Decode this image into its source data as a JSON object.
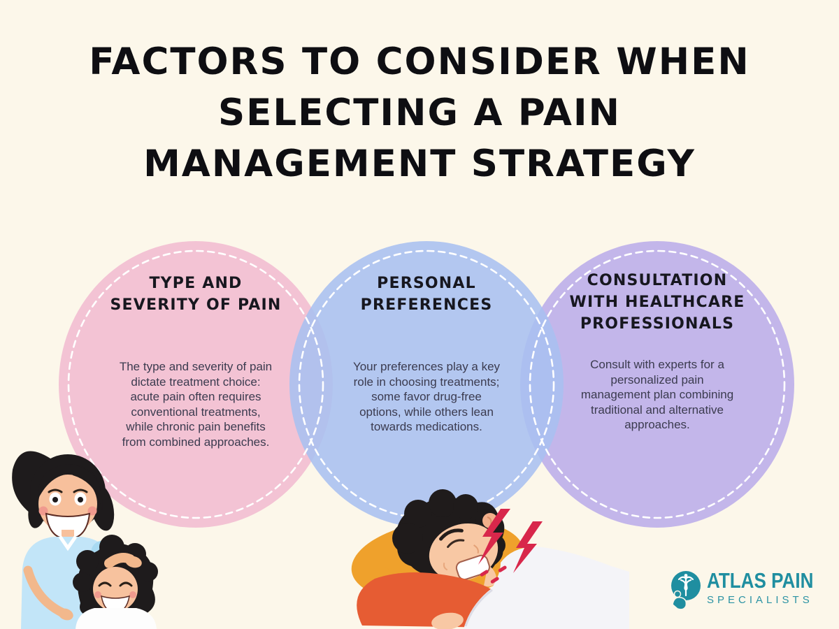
{
  "page": {
    "background_color": "#FCF7EA"
  },
  "title": {
    "color": "#0E0E12",
    "lines": [
      "FACTORS TO CONSIDER WHEN",
      "SELECTING A PAIN",
      "MANAGEMENT STRATEGY"
    ]
  },
  "factors": [
    {
      "heading": [
        "TYPE AND",
        "SEVERITY OF PAIN"
      ],
      "body": [
        "The type and severity of pain",
        "dictate treatment choice:",
        "acute pain often requires",
        "conventional treatments,",
        "while chronic pain benefits",
        "from combined approaches."
      ],
      "circle_color": "#F2BCD2"
    },
    {
      "heading": [
        "PERSONAL",
        "PREFERENCES"
      ],
      "body": [
        "Your preferences play a key",
        "role in choosing treatments;",
        "some favor drug-free",
        "options, while others lean",
        "towards medications."
      ],
      "circle_color": "#A9C0F0"
    },
    {
      "heading": [
        "CONSULTATION",
        "WITH HEALTHCARE",
        "PROFESSIONALS"
      ],
      "body": [
        "Consult with experts for a",
        "personalized pain",
        "management plan combining",
        "traditional and alternative",
        "approaches."
      ],
      "circle_color": "#BCAEEA"
    }
  ],
  "ring_color": "#FFFFFF",
  "logo": {
    "title": "ATLAS PAIN",
    "subtitle": "SPECIALISTS",
    "color": "#1F8EA0"
  },
  "icons": [
    {
      "name": "atlas-globe-caduceus-icon"
    }
  ],
  "illustrations": [
    {
      "name": "massage-therapy-illustration",
      "description": "therapist massaging head of smiling patient"
    },
    {
      "name": "neck-pain-sleeping-illustration",
      "description": "person lying on orange pillow with red pain bolts at neck"
    }
  ]
}
